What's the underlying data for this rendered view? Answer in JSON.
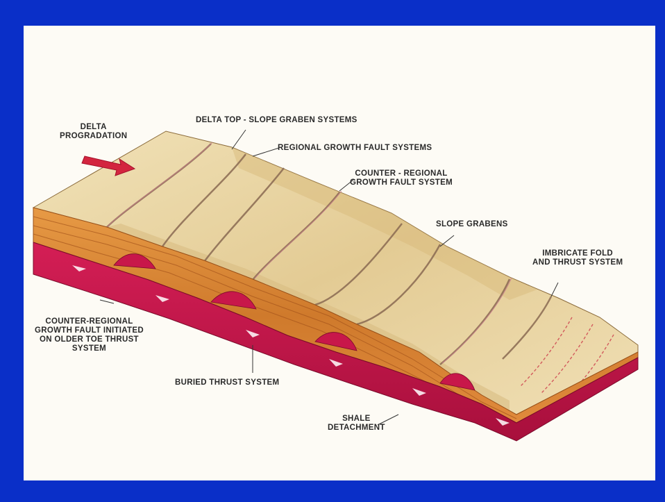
{
  "colors": {
    "frame_blue": "#0a2fc8",
    "panel_bg": "#fdfbf5",
    "sand_top": "#e9d6a6",
    "sand_shade": "#d8be86",
    "strata_orange": "#d98a3a",
    "strata_dark": "#b8621f",
    "shale_red": "#c8174a",
    "shale_dark": "#8e0d33",
    "arrow_red": "#d3253f"
  },
  "labels": {
    "delta_progradation": [
      "DELTA",
      "PROGRADATION"
    ],
    "delta_top": "DELTA TOP - SLOPE GRABEN SYSTEMS",
    "regional_growth": "REGIONAL GROWTH FAULT SYSTEMS",
    "counter_regional": [
      "COUNTER - REGIONAL",
      "GROWTH FAULT SYSTEM"
    ],
    "slope_grabens": "SLOPE GRABENS",
    "imbricate": [
      "IMBRICATE FOLD",
      "AND THRUST SYSTEM"
    ],
    "counter_regional_toe": [
      "COUNTER-REGIONAL",
      "GROWTH FAULT INITIATED",
      "ON OLDER TOE THRUST",
      "SYSTEM"
    ],
    "buried_thrust": "BURIED THRUST SYSTEM",
    "shale_detachment": [
      "SHALE",
      "DETACHMENT"
    ]
  }
}
